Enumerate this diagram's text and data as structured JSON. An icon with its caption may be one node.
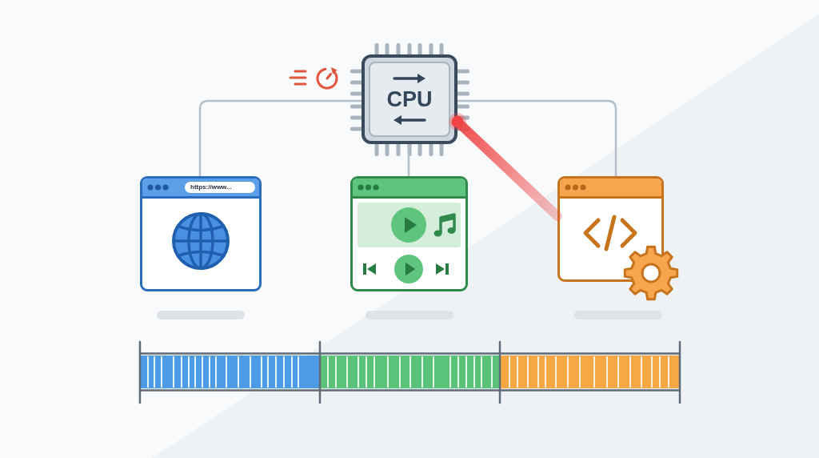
{
  "diagram": {
    "nodes": [
      {
        "text": [
          "CPU"
        ]
      },
      {
        "text": [
          "https://www..."
        ]
      },
      {
        "text": [],
        "shape": "window"
      },
      {
        "text": [],
        "shape": "window"
      }
    ],
    "edges": [
      {
        "from": 0,
        "to": 1,
        "arrow": "none"
      },
      {
        "from": 0,
        "to": 2,
        "arrow": "none"
      },
      {
        "from": 0,
        "to": 3,
        "arrow": "none"
      },
      {
        "from": 0,
        "to": 3,
        "arrow": "other",
        "style": "thick",
        "color": "#ef4444"
      }
    ]
  }
}
